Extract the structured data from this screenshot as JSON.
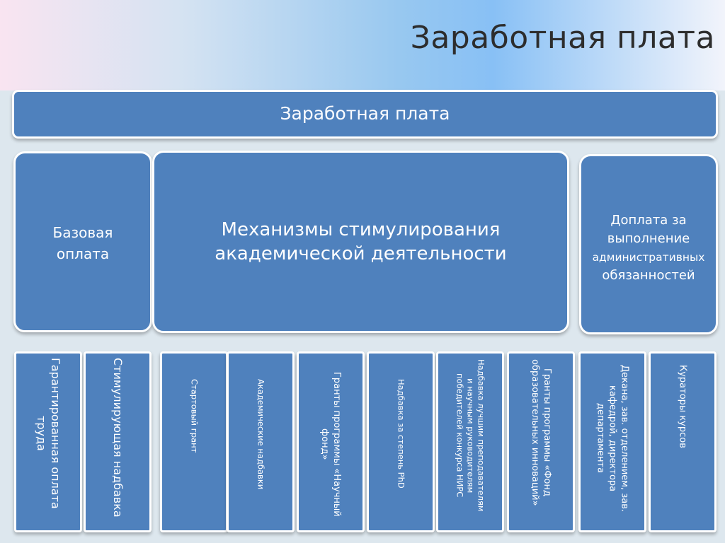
{
  "slide_title": "Заработная плата",
  "top_box": {
    "label": "Заработная плата"
  },
  "middle": {
    "base": {
      "line1": "Базовая",
      "line2": "оплата"
    },
    "mechanisms": {
      "line1": "Механизмы стимулирования",
      "line2": "академической деятельности"
    },
    "extra": {
      "line1": "Доплата за",
      "line2": "выполнение",
      "line3": "административных",
      "line4": "обязанностей"
    }
  },
  "bottom": [
    {
      "lines": [
        "Гарантированная оплата",
        "труда"
      ]
    },
    {
      "lines": [
        "Стимулирующая надбавка"
      ]
    },
    {
      "lines": [
        "Стартовый грант"
      ]
    },
    {
      "lines": [
        "Академические надбавки"
      ]
    },
    {
      "lines": [
        "Гранты программы «Научный",
        "фонд»"
      ]
    },
    {
      "lines": [
        "Надбавка за степень PhD"
      ]
    },
    {
      "lines": [
        "Надбавка лучшим преподавателям",
        "и научным руководителям",
        "победителей конкурса НИРС"
      ]
    },
    {
      "lines": [
        "Гранты программы «Фонд",
        "образовательных инноваций»"
      ]
    },
    {
      "lines": [
        "Декана, зав. отделением, зав.",
        "кафедрой, директора",
        "департамента"
      ]
    },
    {
      "lines": [
        "Кураторы курсов"
      ]
    }
  ],
  "colors": {
    "box_fill": "#4f81bd",
    "box_border": "#ffffff",
    "title_text": "#2d2d2d"
  }
}
